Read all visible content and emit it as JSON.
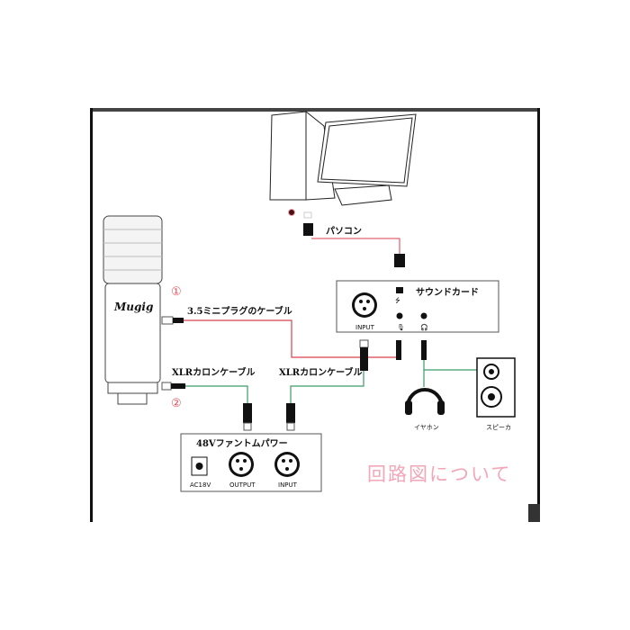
{
  "labels": {
    "pc": "パソコン",
    "sound_card": "サウンドカード",
    "sound_card_input": "INPUT",
    "cable_35": "3.5ミニプラグのケーブル",
    "xlr_cable_1": "XLRカロンケーブル",
    "xlr_cable_2": "XLRカロンケーブル",
    "phantom_power": "48Vファントムパワー",
    "ac": "AC18V",
    "output": "OUTPUT",
    "input": "INPUT",
    "earphone": "イヤホン",
    "speaker": "スピーカ",
    "brand": "Mugig",
    "marker_1": "①",
    "marker_2": "②",
    "title": "回路図について"
  },
  "colors": {
    "red_cable": "#d9414d",
    "green_cable": "#3d9a6a",
    "title": "#f2a7b8"
  }
}
